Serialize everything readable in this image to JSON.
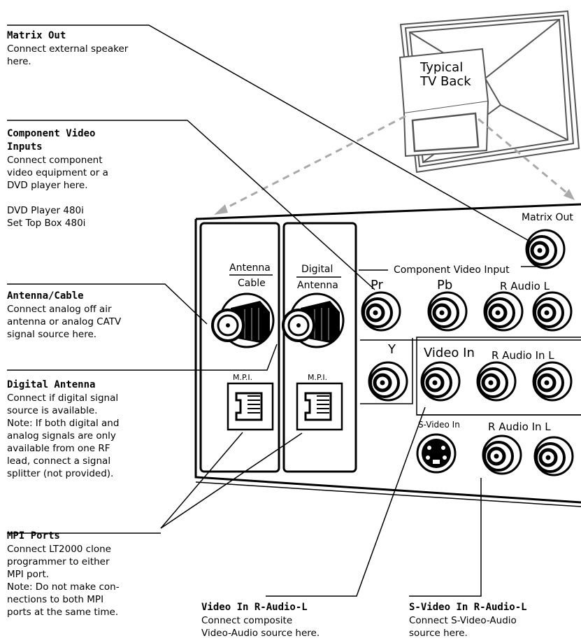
{
  "callouts": {
    "matrix_out": {
      "title": "Matrix Out",
      "desc": "Connect external speaker\nhere."
    },
    "component": {
      "title": "Component Video\nInputs",
      "desc": "Connect component\nvideo equipment or a\nDVD player here.\n\nDVD Player 480i\nSet Top Box 480i"
    },
    "antenna_cable": {
      "title": "Antenna/Cable",
      "desc": "Connect analog off air\nantenna or analog CATV\nsignal source here."
    },
    "digital_antenna": {
      "title": "Digital Antenna",
      "desc": "Connect if digital signal\nsource is available.\nNote: If both digital and\nanalog signals are only\navailable from one RF\nlead, connect a signal\nsplitter (not provided)."
    },
    "mpi": {
      "title": "MPI Ports",
      "desc": "Connect LT2000 clone\nprogrammer to either\nMPI port.\nNote: Do not make con-\nnections to both MPI\nports at the same time."
    },
    "video_in": {
      "title": "Video In R-Audio-L",
      "desc": "Connect composite\nVideo-Audio source here."
    },
    "svideo": {
      "title": "S-Video In R-Audio-L",
      "desc": "Connect S-Video-Audio\nsource here."
    }
  },
  "panel_labels": {
    "tv_back_line1": "Typical",
    "tv_back_line2": "TV Back",
    "matrix_out": "Matrix Out",
    "antenna_top": "Antenna",
    "antenna_bottom": "Cable",
    "digital_top": "Digital",
    "digital_bottom": "Antenna",
    "component_video_input": "Component Video Input",
    "pr": "Pr",
    "pb": "Pb",
    "r_audio_l": "R Audio L",
    "y": "Y",
    "video_in": "Video In",
    "r_audio_in_l_1": "R Audio In L",
    "svideo_in": "S-Video In",
    "r_audio_in_l_2": "R Audio In L",
    "mpi_1": "M.P.I.",
    "mpi_2": "M.P.I."
  }
}
